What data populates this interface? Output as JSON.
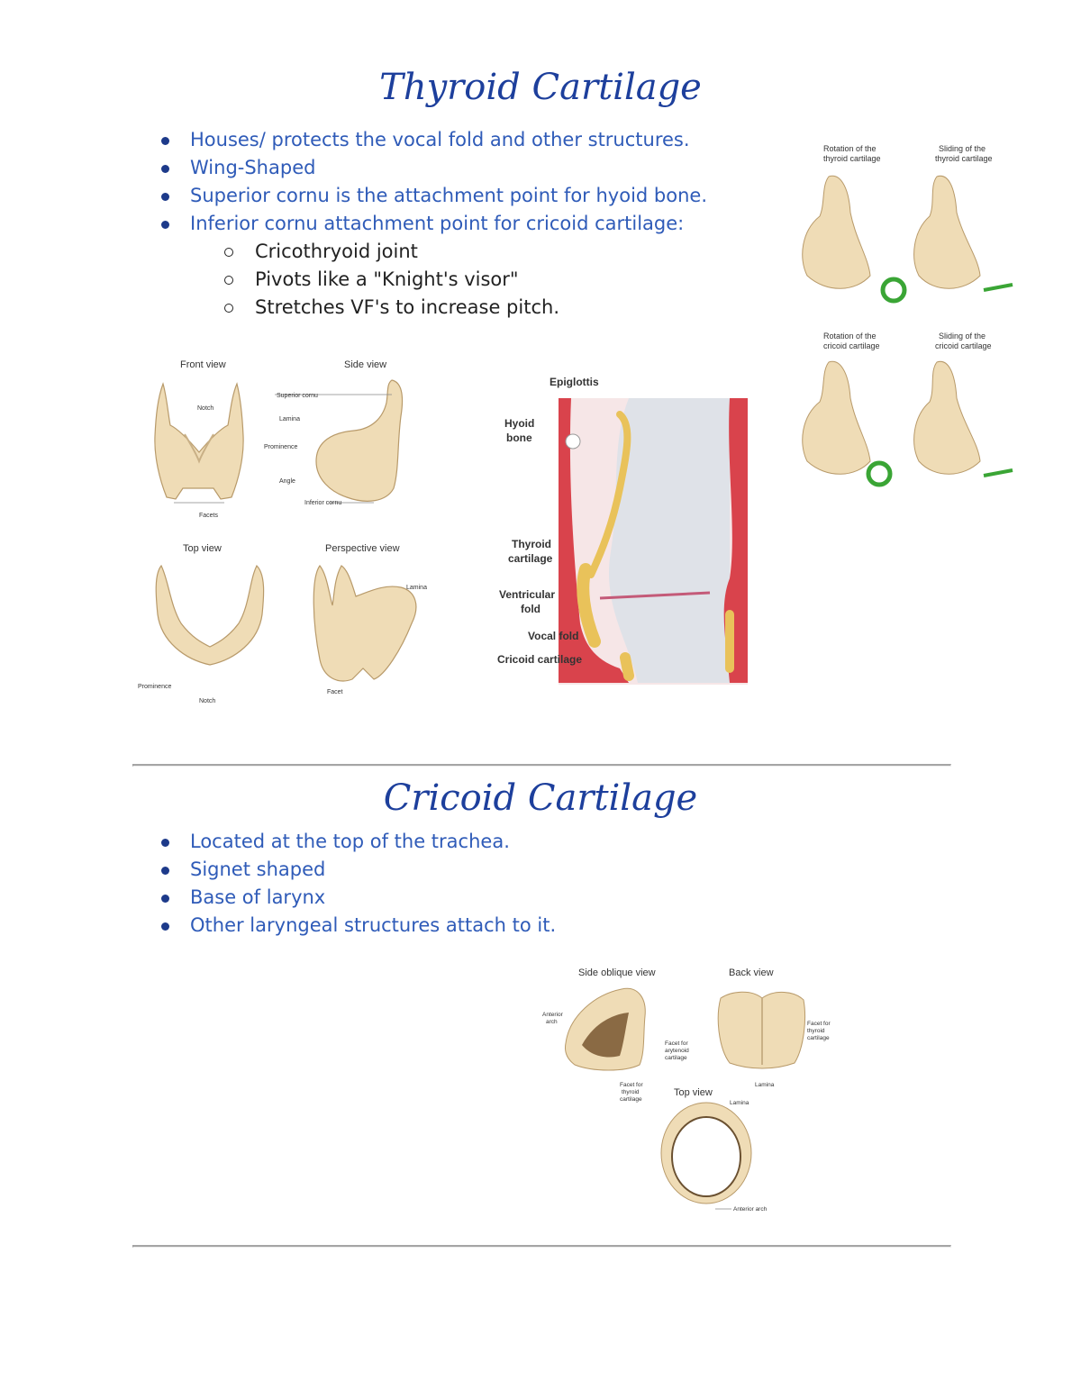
{
  "sections": {
    "thyroid": {
      "title": "Thyroid Cartilage",
      "bullets": [
        "Houses/ protects the vocal fold and other structures.",
        "Wing-Shaped",
        "Superior cornu is the attachment point for hyoid bone.",
        "Inferior cornu attachment point for cricoid cartilage:"
      ],
      "sub_bullets": [
        "Cricothryoid joint",
        "Pivots like a \"Knight's visor\"",
        "Stretches VF's to increase pitch."
      ]
    },
    "cricoid": {
      "title": "Cricoid Cartilage",
      "bullets": [
        "Located at the top of the trachea.",
        "Signet shaped",
        "Base of larynx",
        "Other laryngeal structures attach to it."
      ]
    }
  },
  "figures": {
    "thyroid_views": {
      "front_view": "Front view",
      "side_view": "Side view",
      "top_view": "Top view",
      "perspective_view": "Perspective view",
      "superior_cornu": "Superior cornu",
      "notch": "Notch",
      "lamina": "Lamina",
      "prominence": "Prominence",
      "angle": "Angle",
      "inferior_cornu": "Inferior cornu",
      "facets": "Facets",
      "prominence_top": "Prominence",
      "notch_top": "Notch",
      "lamina_persp": "Lamina",
      "facet": "Facet"
    },
    "larynx_section": {
      "epiglottis": "Epiglottis",
      "hyoid_1": "Hyoid",
      "hyoid_2": "bone",
      "thyroid_1": "Thyroid",
      "thyroid_2": "cartilage",
      "ventricular_1": "Ventricular",
      "ventricular_2": "fold",
      "vocal_fold": "Vocal fold",
      "cricoid": "Cricoid cartilage"
    },
    "motion": {
      "rot_thyroid_1": "Rotation of the",
      "rot_thyroid_2": "thyroid cartilage",
      "slide_thyroid_1": "Sliding of the",
      "slide_thyroid_2": "thyroid cartilage",
      "rot_cricoid_1": "Rotation of the",
      "rot_cricoid_2": "cricoid cartilage",
      "slide_cricoid_1": "Sliding of the",
      "slide_cricoid_2": "cricoid cartilage"
    },
    "cricoid_views": {
      "side_oblique": "Side oblique view",
      "back_view": "Back view",
      "top_view": "Top view",
      "anterior_arch_1": "Anterior",
      "anterior_arch_2": "arch",
      "facet_aryt_1": "Facet for",
      "facet_aryt_2": "arytenoid",
      "facet_aryt_3": "cartilage",
      "facet_thy_1": "Facet for",
      "facet_thy_2": "thyroid",
      "facet_thy_3": "cartilage",
      "facet_thy_back_1": "Facet for",
      "facet_thy_back_2": "thyroid",
      "facet_thy_back_3": "cartilage",
      "lamina_back": "Lamina",
      "lamina_top": "Lamina",
      "anterior_arch_top": "Anterior arch"
    }
  },
  "colors": {
    "title": "#1d3f9c",
    "bullet_text": "#2f5bb8",
    "cartilage": "#efdcb6",
    "cartilage_shadow": "#c9b086",
    "tissue": "#d9434c",
    "arrow": "#3aa535"
  }
}
